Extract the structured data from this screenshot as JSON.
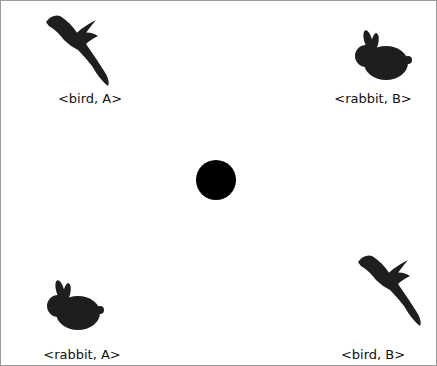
{
  "diagram": {
    "labels": [
      "<bird, A>",
      "<rabbit, B>",
      "<rabbit, A>",
      "<bird, B>"
    ]
  }
}
